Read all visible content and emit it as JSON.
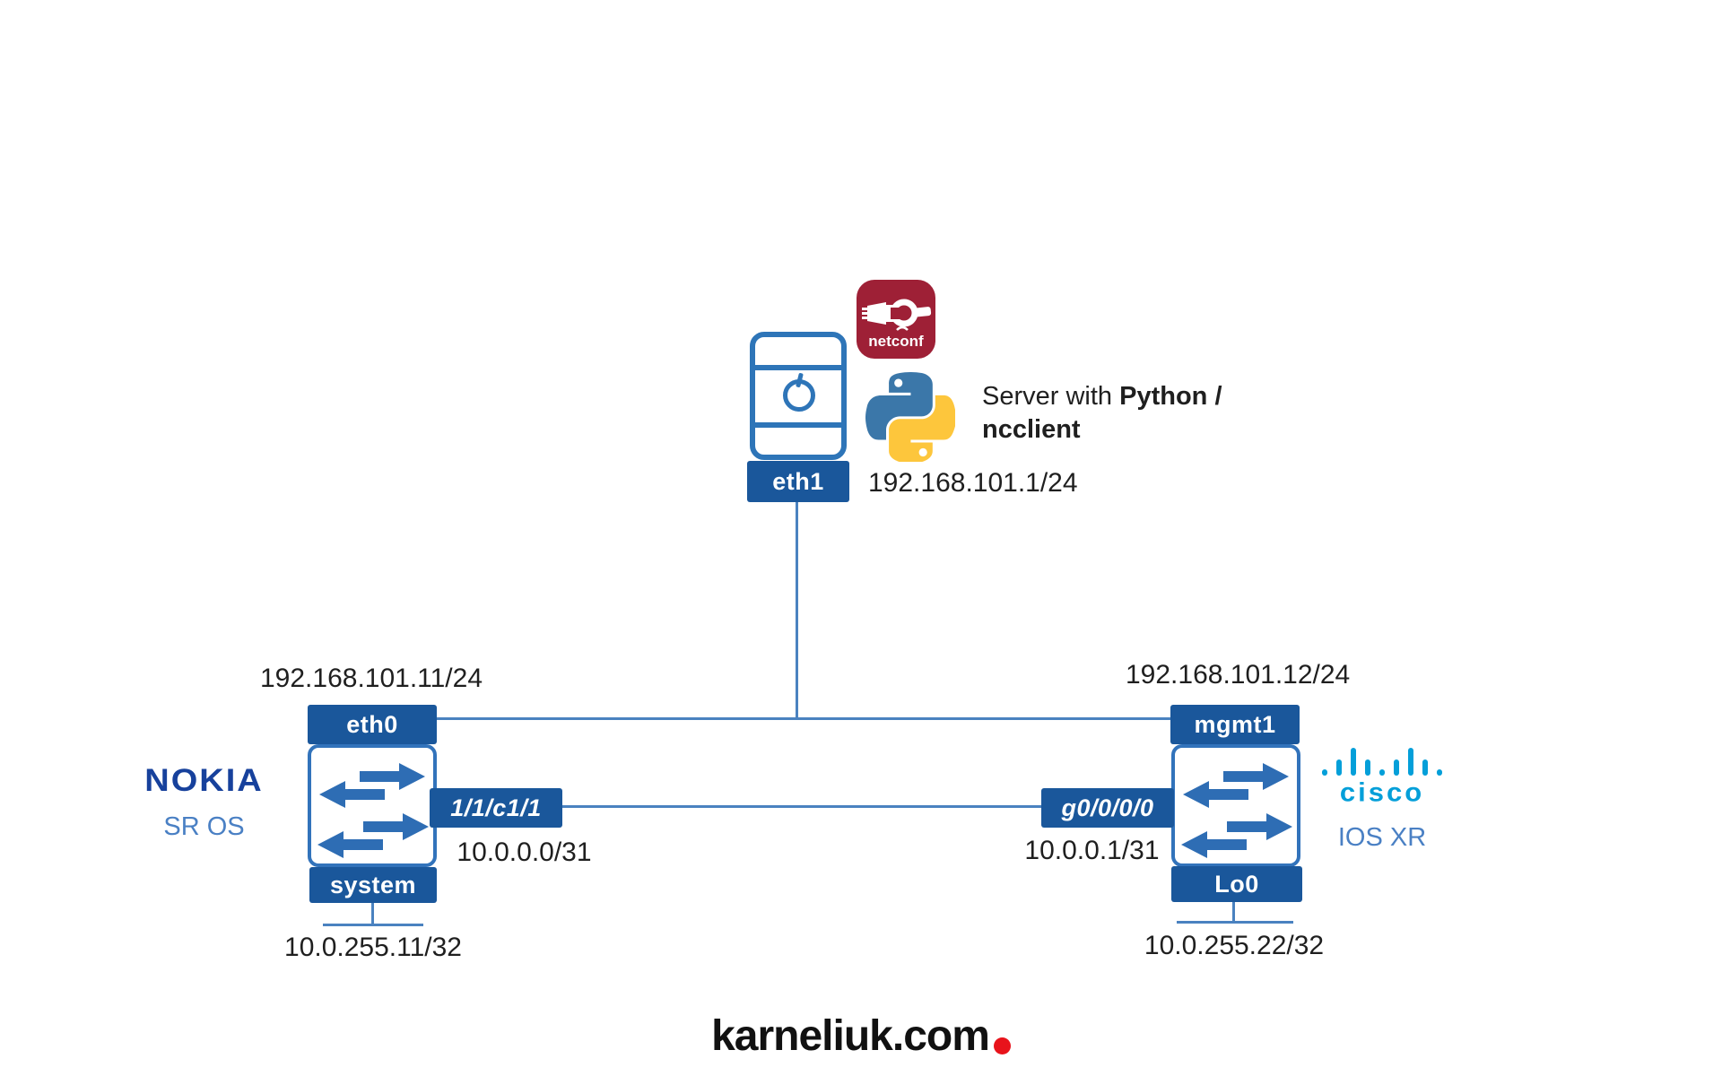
{
  "colors": {
    "port_label_bg": "#1a579b",
    "router_border": "#3273bb",
    "router_arrow": "#2e6db4",
    "link_line": "#4a82c0",
    "server_blue": "#2e75b8",
    "nokia_blue": "#17419c",
    "os_text_blue": "#4a80c4",
    "cisco_blue": "#049fd9",
    "netconf_red": "#9e2036",
    "python_blue": "#3b77a9",
    "python_yellow": "#fdc63c",
    "text_dark": "#1f1f1f",
    "footer_dot_red": "#e8131b"
  },
  "server": {
    "interface": {
      "name": "eth1",
      "ip": "192.168.101.1/24"
    },
    "caption": {
      "normal": "Server with ",
      "bold1": "Python /",
      "bold2": "ncclient"
    },
    "netconf_badge": "netconf"
  },
  "nokia_router": {
    "vendor": "NOKIA",
    "os": "SR OS",
    "mgmt_port": {
      "name": "eth0",
      "ip": "192.168.101.11/24"
    },
    "data_port": {
      "name": "1/1/c1/1",
      "ip": "10.0.0.0/31"
    },
    "loopback_port": {
      "name": "system",
      "ip": "10.0.255.11/32"
    }
  },
  "cisco_router": {
    "vendor": "cisco",
    "os": "IOS XR",
    "mgmt_port": {
      "name": "mgmt1",
      "ip": "192.168.101.12/24"
    },
    "data_port": {
      "name": "g0/0/0/0",
      "ip": "10.0.0.1/31"
    },
    "loopback_port": {
      "name": "Lo0",
      "ip": "10.0.255.22/32"
    }
  },
  "footer": {
    "brand": "karneliuk.com"
  }
}
